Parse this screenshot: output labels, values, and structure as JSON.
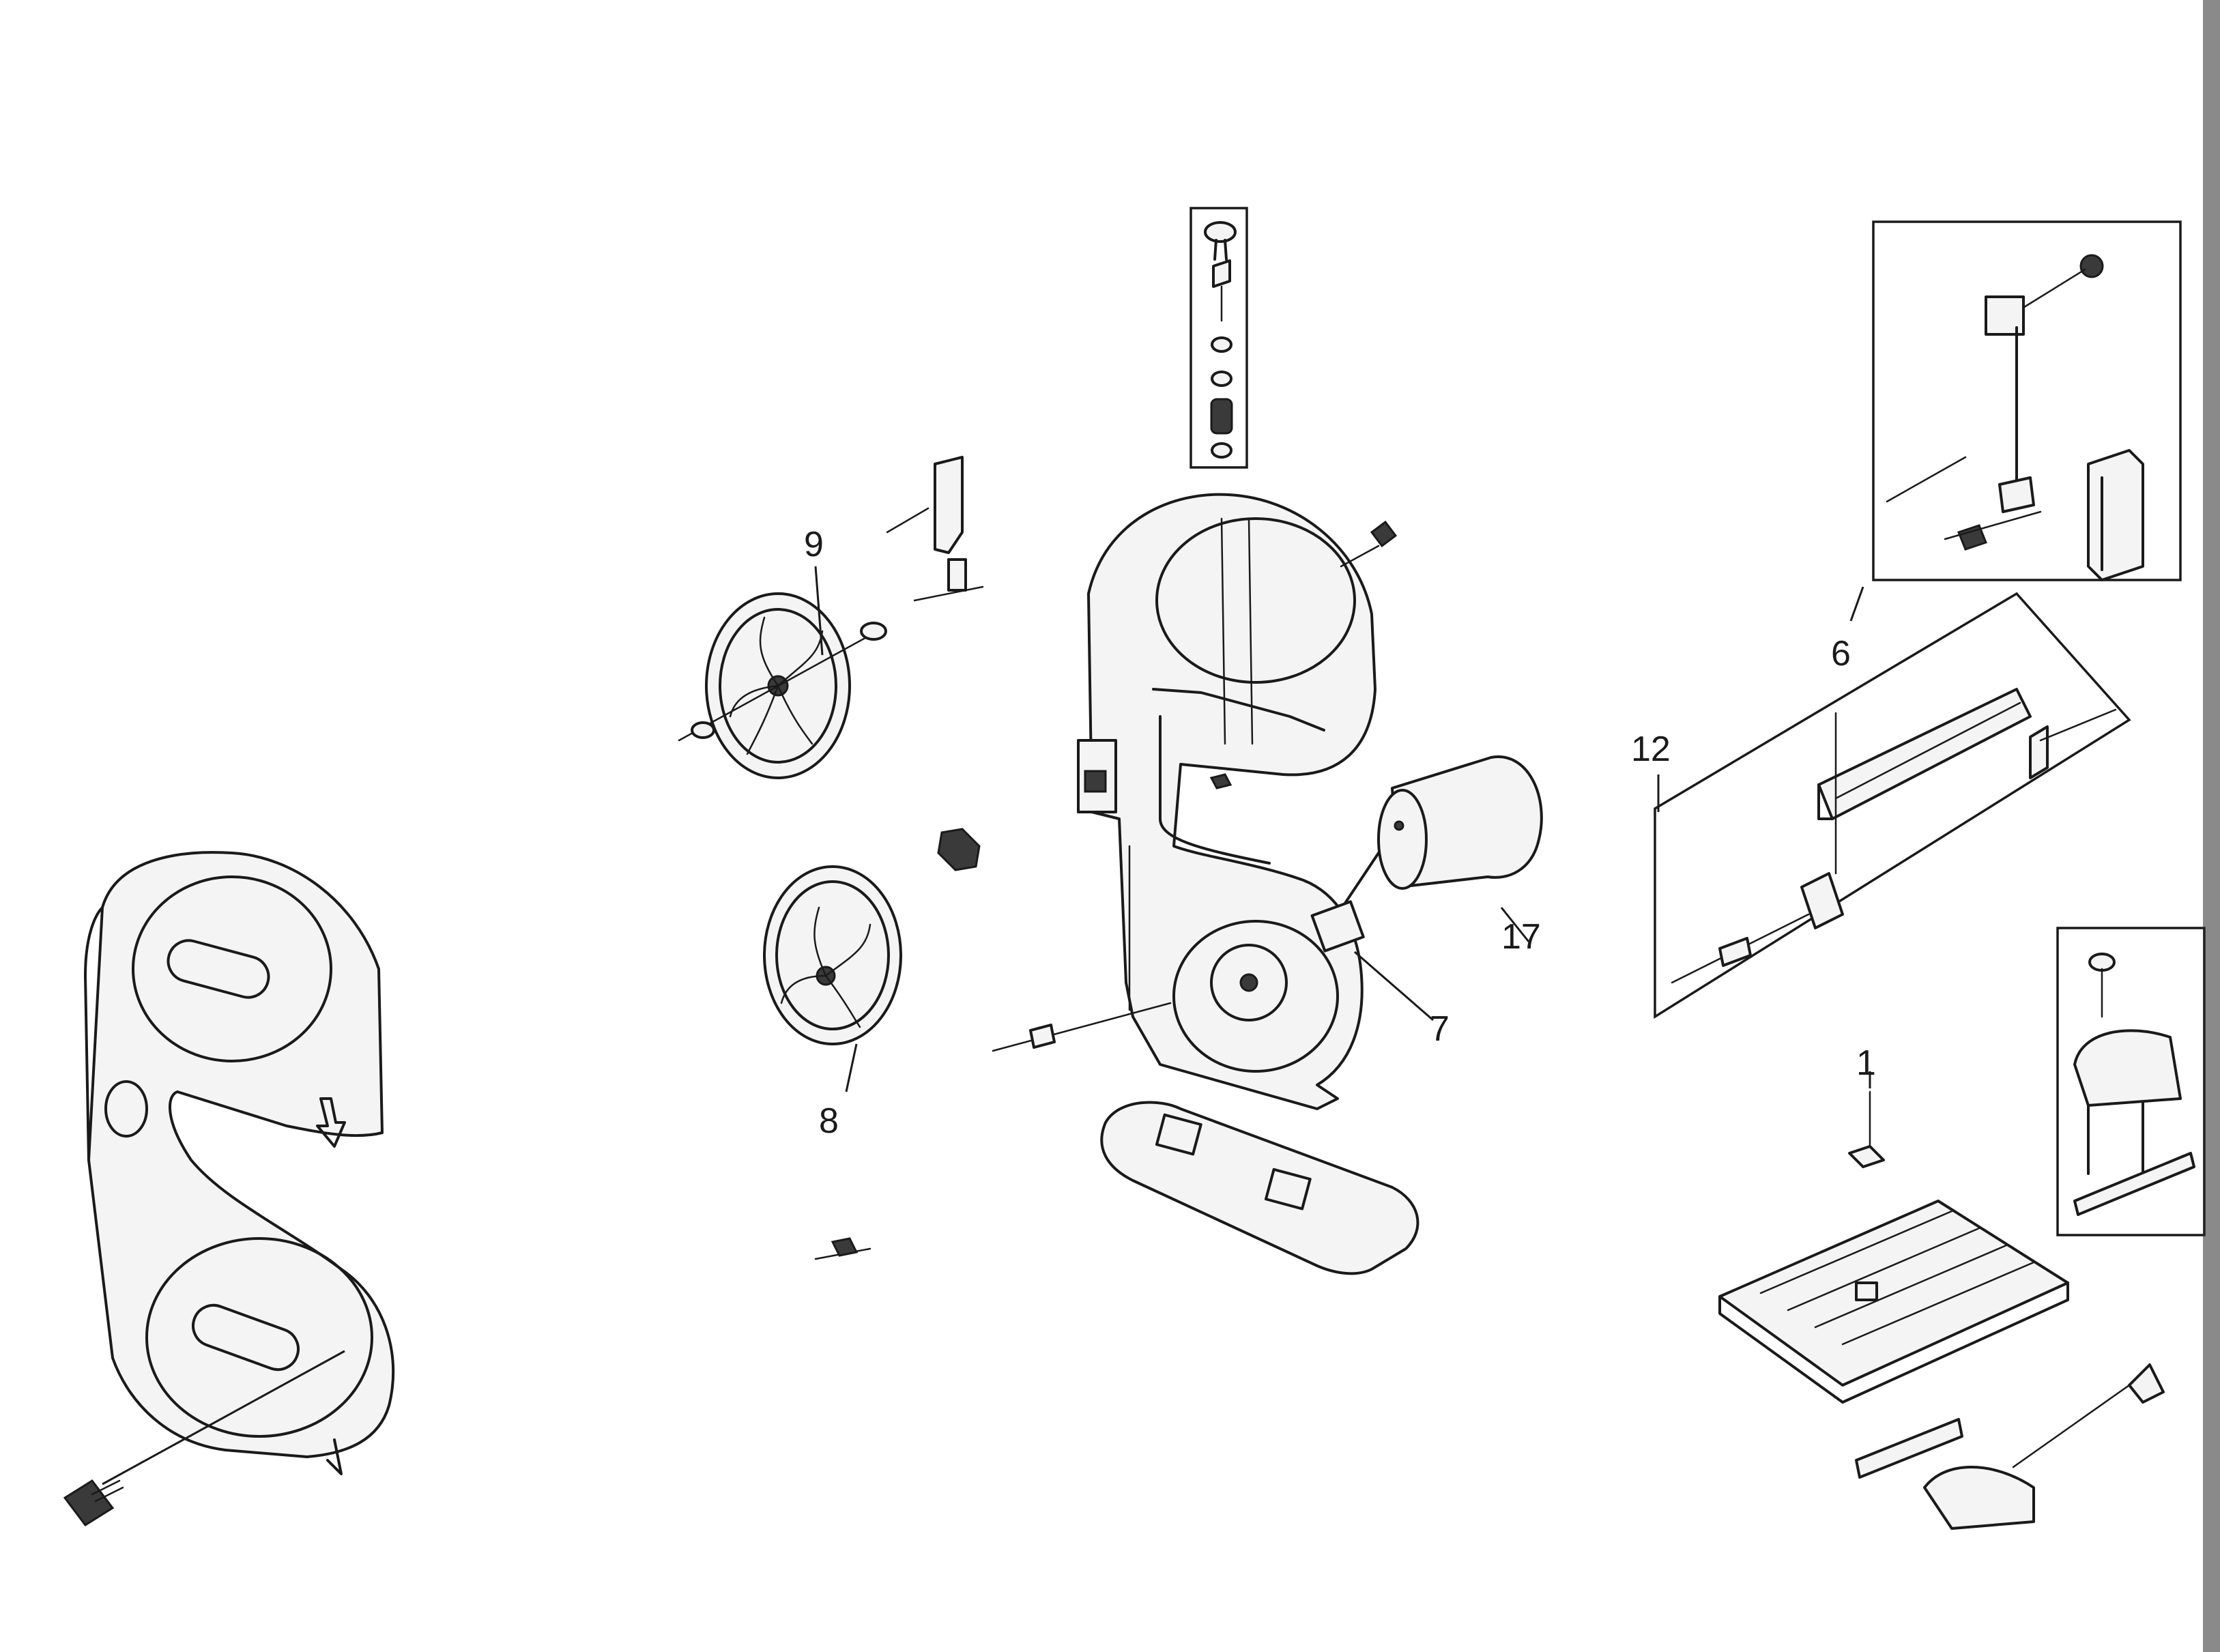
{
  "callouts": {
    "c1": "1",
    "c6": "6",
    "c7": "7",
    "c8": "8",
    "c9": "9",
    "c12": "12",
    "c17": "17"
  }
}
